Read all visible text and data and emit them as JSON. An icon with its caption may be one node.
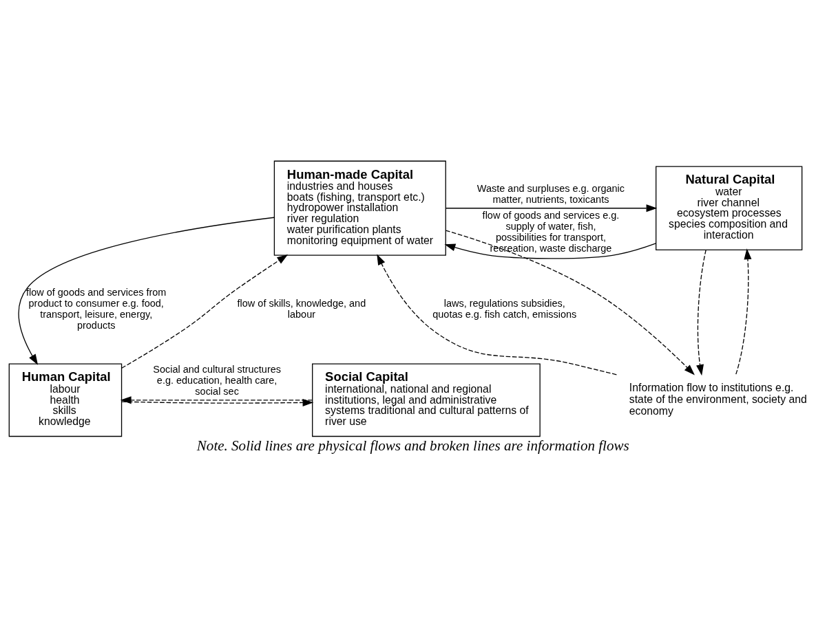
{
  "diagram": {
    "caption": "Note. Solid lines are physical flows and broken lines are information flows",
    "nodes": [
      {
        "text": [
          "Human-made Capital",
          "industries and houses",
          "boats (fishing, transport etc.)",
          "hydropower installation",
          "river regulation",
          "water purification plants",
          "monitoring equipment of water"
        ]
      },
      {
        "text": [
          "Natural Capital",
          "water",
          "river channel",
          "ecosystem processes",
          "species composition and interaction"
        ]
      },
      {
        "text": [
          "Information flow to institutions e.g. state of the environment, society and economy"
        ]
      },
      {
        "text": [
          "Human Capital",
          "labour",
          "health",
          "skills",
          "knowledge"
        ]
      },
      {
        "text": [
          "Social Capital",
          "international, national and regional institutions, legal and administrative systems traditional and cultural patterns of river use"
        ]
      }
    ],
    "edges": [
      {
        "from": 0,
        "to": 1,
        "arrow": "to",
        "label": "Waste and surpluses e.g. organic matter, nutrients, toxicants"
      },
      {
        "from": 1,
        "to": 0,
        "arrow": "to",
        "label": "flow of goods and services e.g. supply of water, fish, possibilities for transport, recreation, waste discharge"
      },
      {
        "from": 3,
        "to": 0,
        "arrow": "to",
        "style": "dashed",
        "label": "flow of skills, knowledge, and labour"
      },
      {
        "from": 0,
        "to": 3,
        "arrow": "to",
        "label": "flow of goods and services from product to consumer e.g. food, transport, leisure, energy, products"
      },
      {
        "from": 2,
        "to": 0,
        "arrow": "to",
        "style": "dashed",
        "label": "laws, regulations subsidies, quotas e.g. fish catch, emissions"
      },
      {
        "from": 0,
        "to": 2,
        "arrow": "to",
        "style": "dashed"
      },
      {
        "from": 1,
        "to": 2,
        "arrow": "to",
        "style": "dashed"
      },
      {
        "from": 2,
        "to": 1,
        "arrow": "to",
        "style": "dashed"
      },
      {
        "from": 3,
        "to": 4,
        "arrow": "to",
        "style": "dashed"
      },
      {
        "from": 4,
        "to": 3,
        "arrow": "to",
        "style": "dashed",
        "label": "Social and cultural structures e.g. education, health care, social sec"
      }
    ]
  }
}
